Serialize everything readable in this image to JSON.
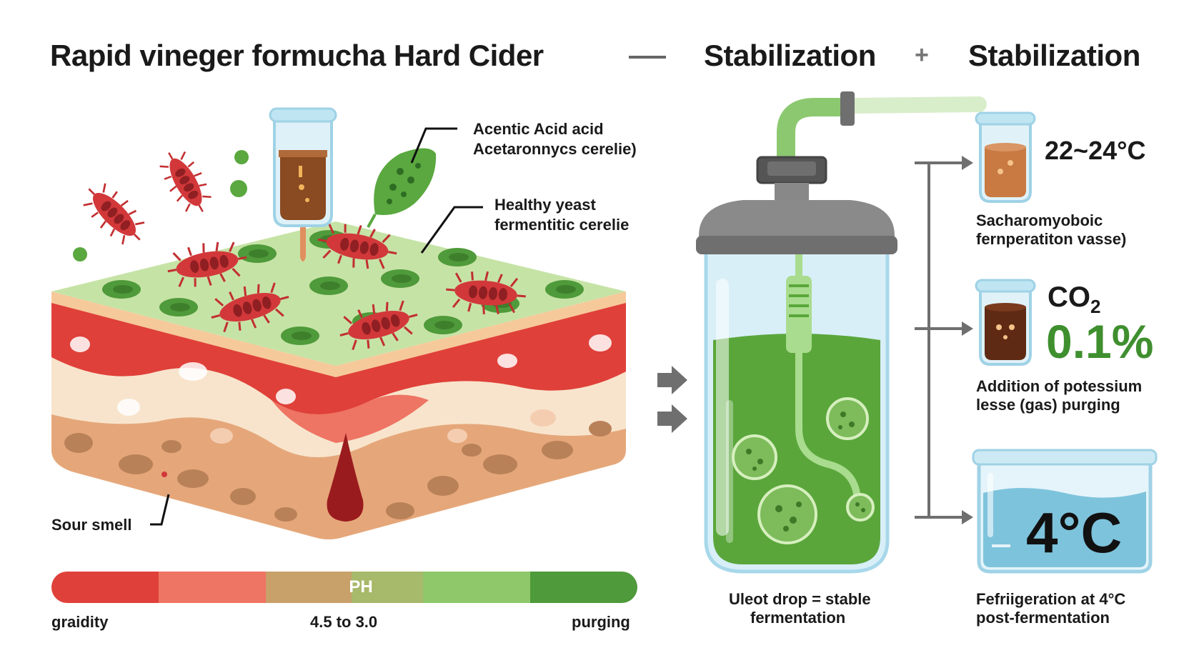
{
  "header": {
    "title_main": "Rapid vineger formucha Hard Cider",
    "title_stage_1": "Stabilization",
    "title_stage_2": "Stabilization"
  },
  "left_panel": {
    "callout_acetic_line1": "Acentic Acid  acid",
    "callout_acetic_line2": "Acetaronnycs cerelie)",
    "callout_yeast_line1": "Healthy yeast",
    "callout_yeast_line2": "fermentitic cerelie",
    "callout_smell": "Sour smell"
  },
  "ph_bar": {
    "center_label": "PH",
    "left_label": "graidity",
    "mid_label": "4.5 to 3.0",
    "right_label": "purging",
    "segment_colors": [
      "#e0403a",
      "#ee7463",
      "#c8a06a",
      "#a7b96a",
      "#8fc86a",
      "#4f9a3a"
    ]
  },
  "fermenter": {
    "caption_line1": "Uleot drop = stable",
    "caption_line2": "fermentation"
  },
  "right_panel": {
    "temp_value": "22~24°C",
    "temp_desc_line1": "Sacharomyoboic",
    "temp_desc_line2": "fernperatiton vasse)",
    "co2_label": "CO",
    "co2_sub": "2",
    "co2_value": "0.1%",
    "co2_desc_line1": "Addition of potessium",
    "co2_desc_line2": "lesse (gas) purging",
    "cold_value": "4°C",
    "cold_desc_line1": "Fefriigeration at 4°C",
    "cold_desc_line2": "post-fermentation"
  },
  "colors": {
    "bacteria": "#d2383a",
    "yeast_green": "#5aa83f",
    "liquid_green": "#5aa63b",
    "amber": "#8a4a22",
    "water_blue": "#7ec3dc",
    "arrow_gray": "#6f6f6f"
  }
}
